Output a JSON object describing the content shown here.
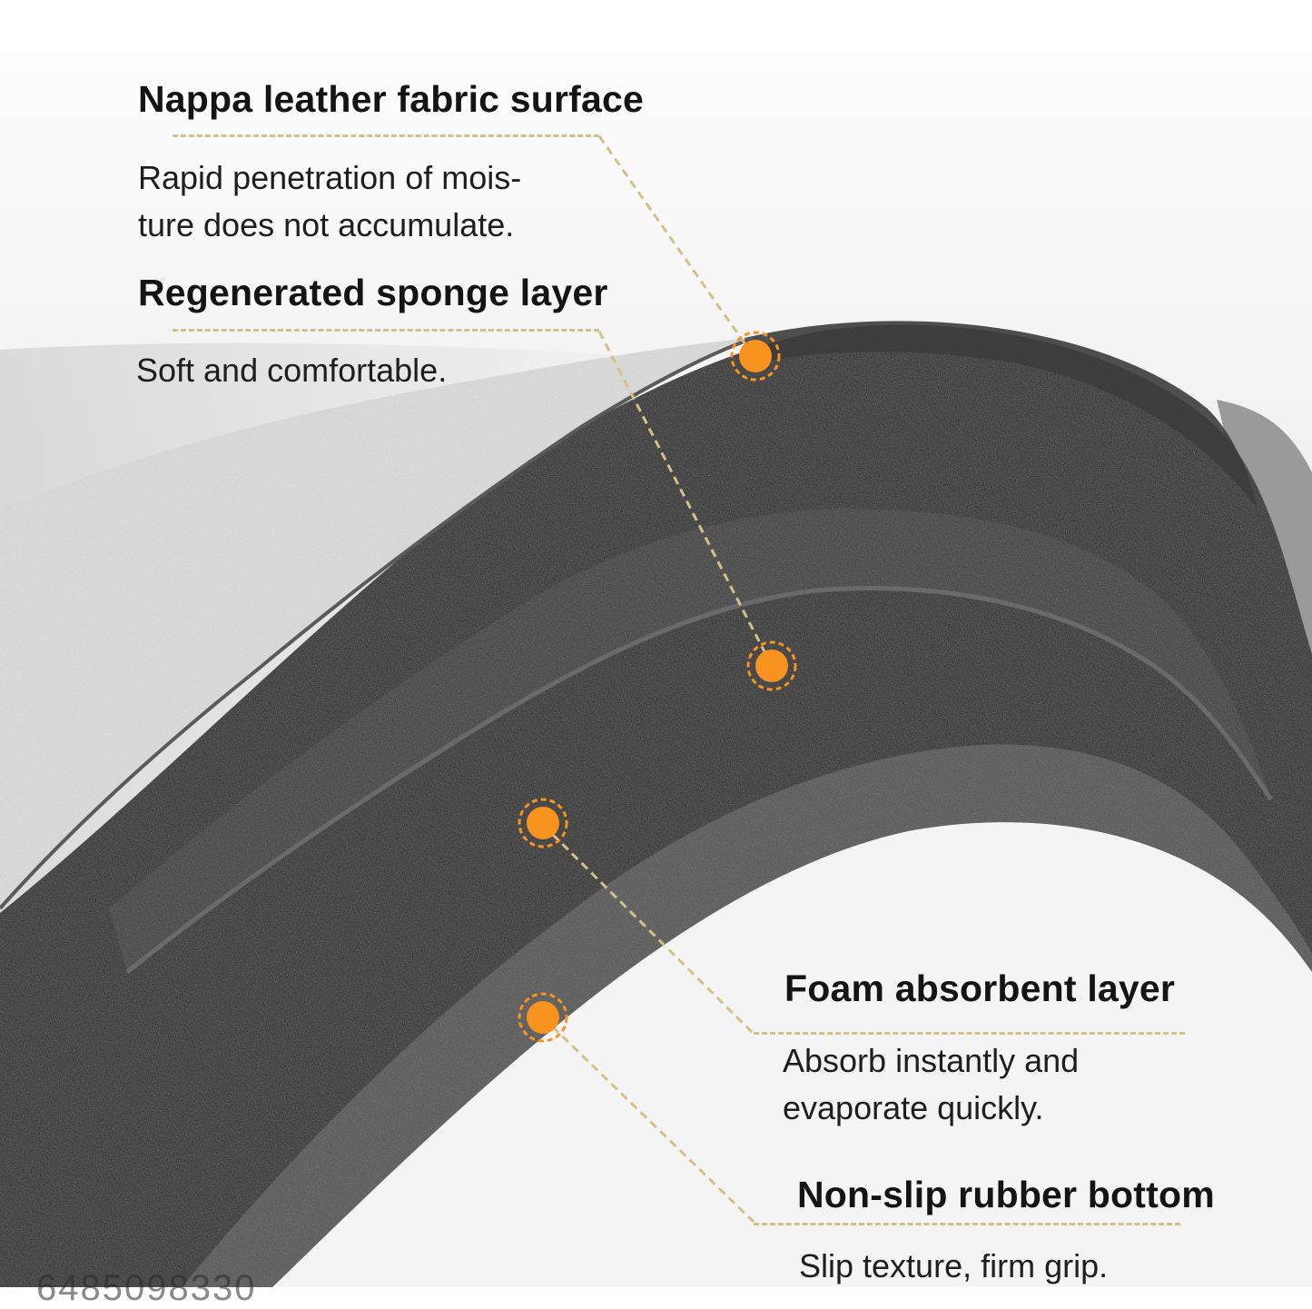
{
  "layers": [
    {
      "title": "Nappa leather fabric surface",
      "desc_line1": "Rapid penetration of mois-",
      "desc_line2": "ture does not accumulate."
    },
    {
      "title": "Regenerated sponge layer",
      "desc_line1": "Soft and comfortable."
    },
    {
      "title": "Foam absorbent layer",
      "desc_line1": "Absorb instantly and",
      "desc_line2": "evaporate quickly."
    },
    {
      "title": "Non-slip rubber bottom",
      "desc_line1": "Slip texture, firm grip."
    }
  ],
  "watermark": "6485098330",
  "colors": {
    "marker": "#f7931e",
    "leader": "#d6c08a",
    "dark_layer": "#161616",
    "light_layer": "#e4e4e4"
  }
}
